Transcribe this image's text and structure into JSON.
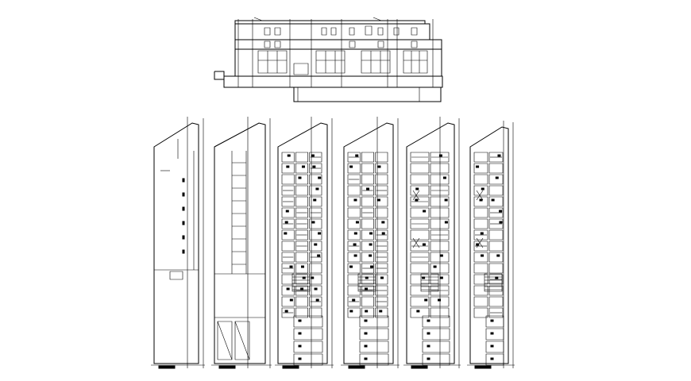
{
  "drawing": {
    "elevation": {
      "description_visible": false,
      "upper_window_rows": 2,
      "lower_window_groups": 4
    },
    "plans": [
      {
        "id": "plan-1",
        "kind": "site-outline"
      },
      {
        "id": "plan-2",
        "kind": "structural-bays"
      },
      {
        "id": "plan-3",
        "kind": "floor-plan-units"
      },
      {
        "id": "plan-4",
        "kind": "floor-plan-units"
      },
      {
        "id": "plan-5",
        "kind": "floor-plan-furnished"
      },
      {
        "id": "plan-6",
        "kind": "floor-plan-furnished"
      }
    ],
    "line_color": "#000000",
    "background": "#ffffff"
  }
}
